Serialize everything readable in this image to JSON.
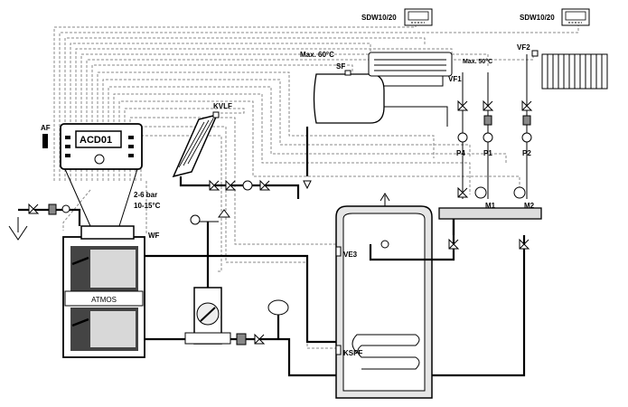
{
  "labels": {
    "sdw_left": "SDW10/20",
    "sdw_right": "SDW10/20",
    "af": "AF",
    "acd": "ACD01",
    "pressure_line1": "2-6 bar",
    "pressure_line2": "10-15°C",
    "wf": "WF",
    "kvlf": "KVLF",
    "max60": "Max. 60°C",
    "sf": "SF",
    "max50": "Max. 50°C",
    "vf1": "VF1",
    "vf2": "VF2",
    "p4": "P4",
    "p1": "P1",
    "p2": "P2",
    "m1": "M1",
    "m2": "M2",
    "ve3": "VE3",
    "kspf": "KSPF",
    "atmos": "ATMOS"
  }
}
